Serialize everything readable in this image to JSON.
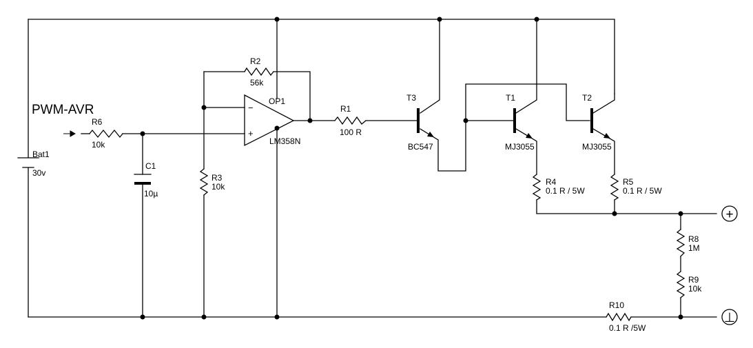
{
  "input_label": "PWM-AVR",
  "battery": {
    "name": "Bat1",
    "value": "30v"
  },
  "opamp": {
    "name": "OP1",
    "part": "LM358N",
    "inv": "−",
    "noninv": "+"
  },
  "resistors": {
    "r1": {
      "name": "R1",
      "value": "100 R"
    },
    "r2": {
      "name": "R2",
      "value": "56k"
    },
    "r3": {
      "name": "R3",
      "value": "10k"
    },
    "r4": {
      "name": "R4",
      "value": "0.1 R / 5W"
    },
    "r5": {
      "name": "R5",
      "value": "0.1 R / 5W"
    },
    "r6": {
      "name": "R6",
      "value": "10k"
    },
    "r8": {
      "name": "R8",
      "value": "1M"
    },
    "r9": {
      "name": "R9",
      "value": "10k"
    },
    "r10": {
      "name": "R10",
      "value": "0.1 R /5W"
    }
  },
  "capacitor": {
    "name": "C1",
    "value": "10µ"
  },
  "transistors": {
    "t1": {
      "name": "T1",
      "part": "MJ3055"
    },
    "t2": {
      "name": "T2",
      "part": "MJ3055"
    },
    "t3": {
      "name": "T3",
      "part": "BC547"
    }
  },
  "terminals": {
    "plus": "+",
    "ground": "⊥"
  }
}
